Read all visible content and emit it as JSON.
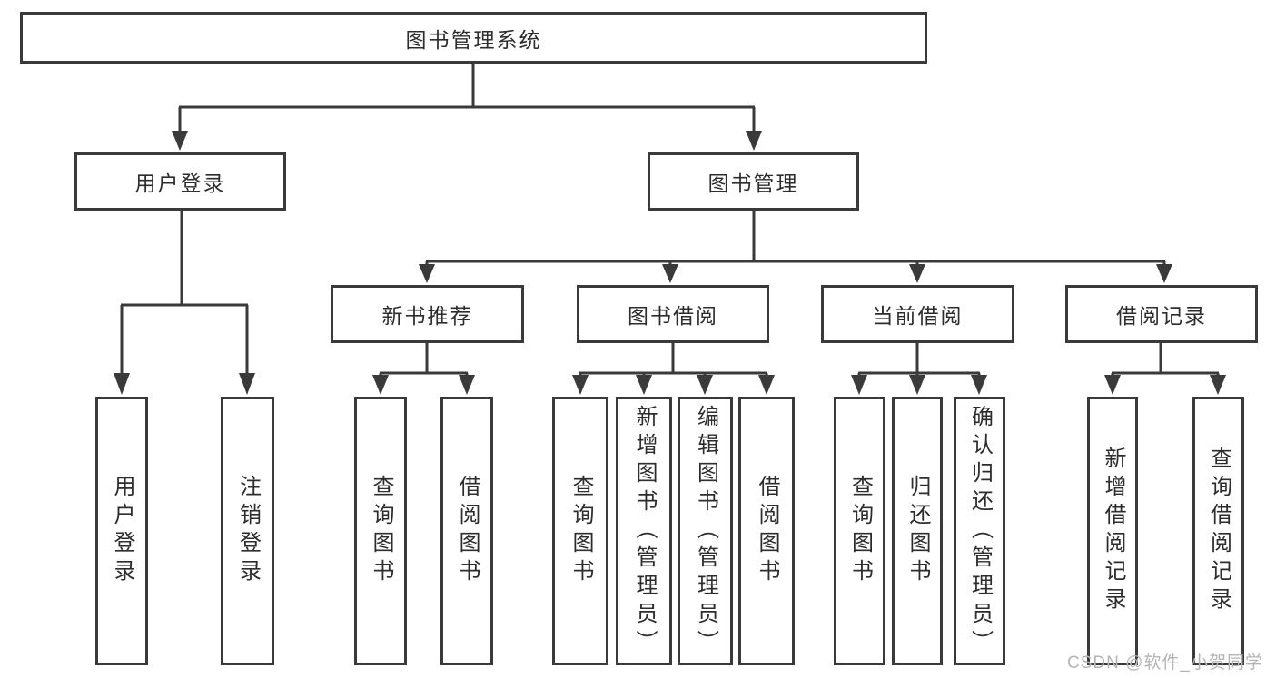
{
  "diagram": {
    "root": {
      "label": "图书管理系统"
    },
    "level1": [
      {
        "label": "用户登录"
      },
      {
        "label": "图书管理"
      }
    ],
    "level2": [
      {
        "label": "新书推荐"
      },
      {
        "label": "图书借阅"
      },
      {
        "label": "当前借阅"
      },
      {
        "label": "借阅记录"
      }
    ],
    "leaves": [
      {
        "label": "用户登录"
      },
      {
        "label": "注销登录"
      },
      {
        "label": "查询图书"
      },
      {
        "label": "借阅图书"
      },
      {
        "label": "查询图书"
      },
      {
        "label": "新增图书（管理员）"
      },
      {
        "label": "编辑图书（管理员）"
      },
      {
        "label": "借阅图书"
      },
      {
        "label": "查询图书"
      },
      {
        "label": "归还图书"
      },
      {
        "label": "确认归还（管理员）"
      },
      {
        "label": "新增借阅记录"
      },
      {
        "label": "查询借阅记录"
      }
    ]
  },
  "watermark": {
    "text": "CSDN @软件_小贺同学"
  },
  "colors": {
    "line": "#3a3a3a",
    "text": "#2d2d2d",
    "watermark": "#b5b5b5",
    "background": "#ffffff"
  }
}
